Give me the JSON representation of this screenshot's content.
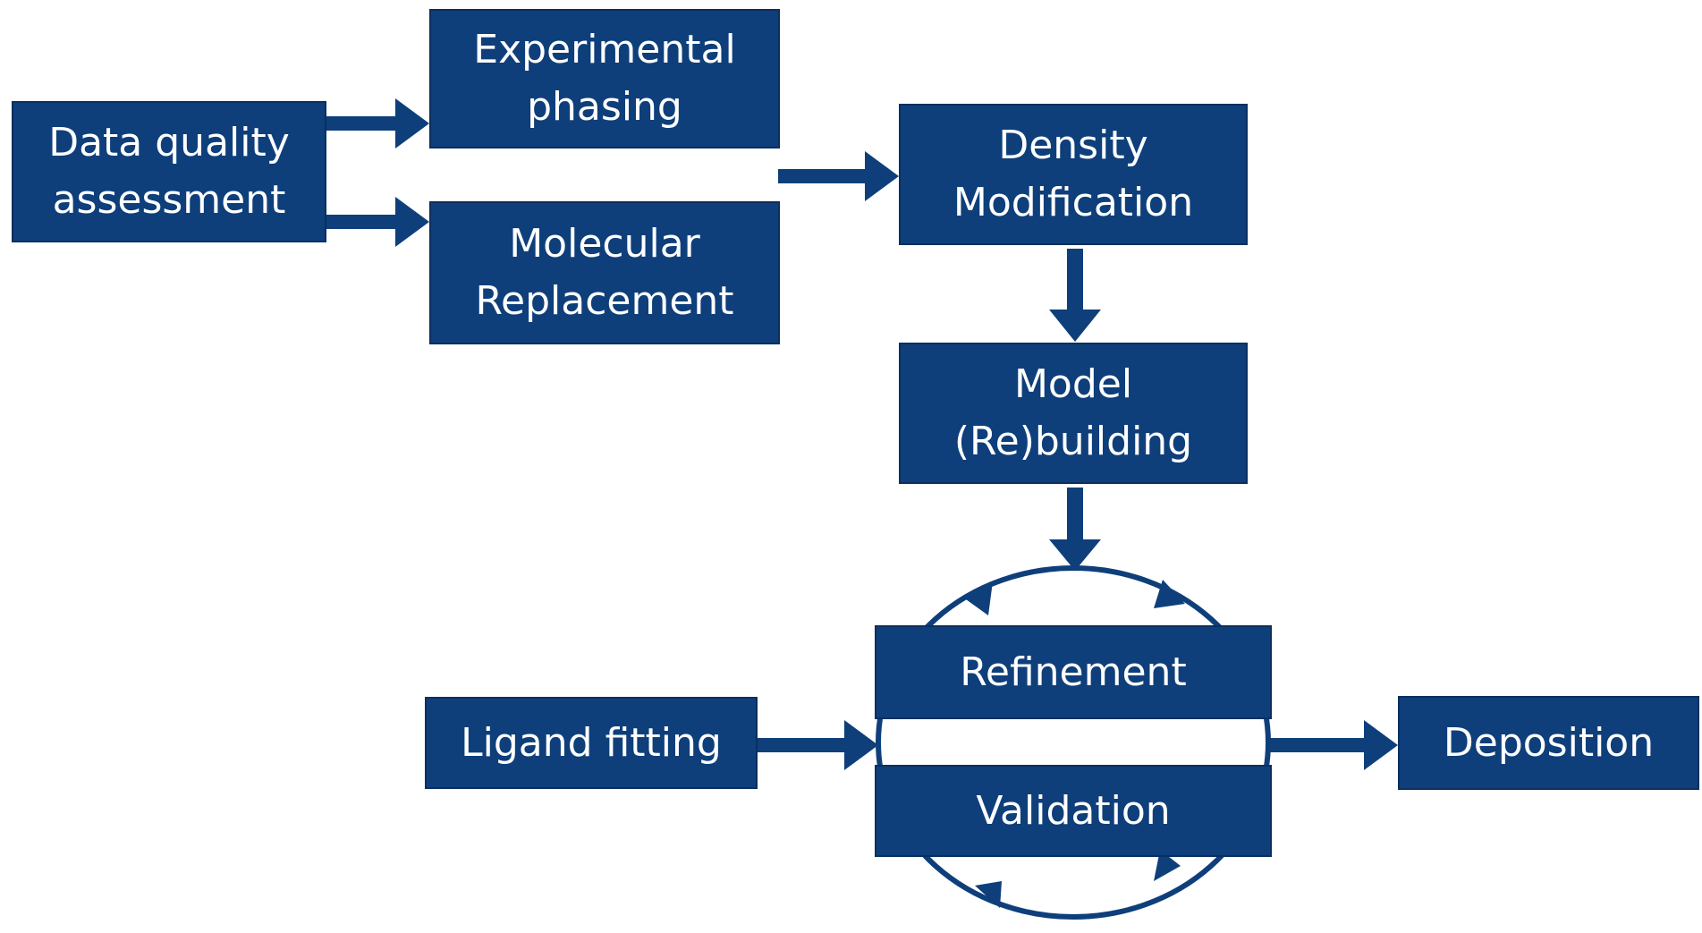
{
  "colors": {
    "box_fill": "#0e3f7b",
    "arrow": "#0e3f7b",
    "text": "#ffffff",
    "background": "#ffffff"
  },
  "nodes": {
    "data_quality": "Data quality\nassessment",
    "experimental_phasing": "Experimental\nphasing",
    "molecular_replacement": "Molecular\nReplacement",
    "density_modification": "Density\nModification",
    "model_building": "Model\n(Re)building",
    "refinement": "Refinement",
    "validation": "Validation",
    "ligand_fitting": "Ligand fitting",
    "deposition": "Deposition"
  },
  "edges": [
    {
      "from": "data_quality",
      "to": "experimental_phasing"
    },
    {
      "from": "data_quality",
      "to": "molecular_replacement"
    },
    {
      "from": "experimental_phasing",
      "to": "density_modification"
    },
    {
      "from": "density_modification",
      "to": "model_building"
    },
    {
      "from": "model_building",
      "to": "refinement"
    },
    {
      "from": "ligand_fitting",
      "to": "refinement"
    },
    {
      "from": "refinement",
      "to": "deposition"
    },
    {
      "from": "refinement",
      "to": "validation",
      "type": "cycle"
    }
  ]
}
